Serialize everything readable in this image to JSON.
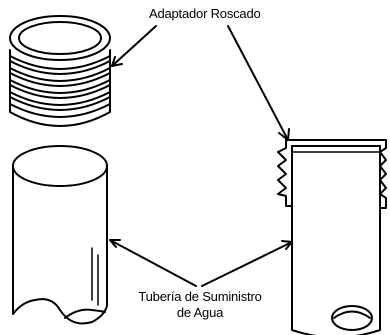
{
  "labels": {
    "threaded_adapter": "Adaptador Roscado",
    "supply_pipe_line1": "Tubería de Suministro",
    "supply_pipe_line2": "de Agua"
  },
  "colors": {
    "stroke": "#000000",
    "background": "#ffffff"
  }
}
